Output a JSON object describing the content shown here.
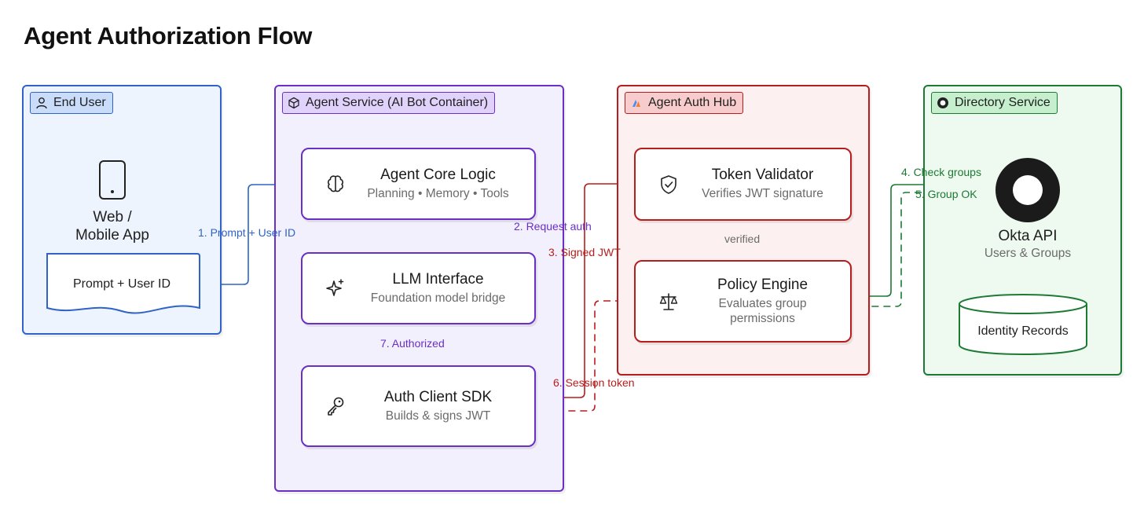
{
  "title": "Agent Authorization Flow",
  "groups": {
    "end_user": {
      "label": "End User",
      "color": "#2f63c8"
    },
    "agent_service": {
      "label": "Agent Service (AI Bot Container)",
      "color": "#6a2fc4"
    },
    "auth_hub": {
      "label": "Agent Auth Hub",
      "color": "#b81d1d"
    },
    "directory": {
      "label": "Directory Service",
      "color": "#1d7a34"
    }
  },
  "nodes": {
    "web_app": {
      "title_line1": "Web /",
      "title_line2": "Mobile App",
      "icon": "smartphone-icon"
    },
    "prompt_doc": {
      "label": "Prompt + User ID"
    },
    "agent_core": {
      "title": "Agent Core Logic",
      "subtitle": "Planning • Memory • Tools",
      "icon": "brain-icon"
    },
    "llm": {
      "title": "LLM Interface",
      "subtitle": "Foundation model bridge",
      "icon": "sparkles-icon"
    },
    "auth_sdk": {
      "title": "Auth Client SDK",
      "subtitle": "Builds & signs JWT",
      "icon": "key-icon"
    },
    "token_validator": {
      "title": "Token Validator",
      "subtitle": "Verifies JWT signature",
      "icon": "shield-icon"
    },
    "policy_engine": {
      "title": "Policy Engine",
      "subtitle_line1": "Evaluates group",
      "subtitle_line2": "permissions",
      "icon": "scale-icon"
    },
    "okta": {
      "title": "Okta API",
      "subtitle": "Users & Groups",
      "icon": "okta-logo"
    },
    "identity_records": {
      "label": "Identity Records"
    }
  },
  "edges": {
    "e1": "1. Prompt + User ID",
    "e2": "2. Request auth",
    "e3": "3. Signed JWT",
    "e4": "4. Check groups",
    "e5": "5. Group OK",
    "e6": "6. Session token",
    "e7": "7. Authorized",
    "verified": "verified"
  }
}
